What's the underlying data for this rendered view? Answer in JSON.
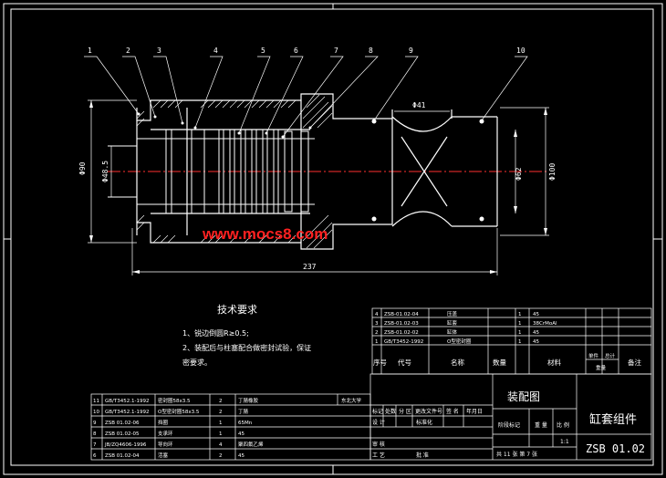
{
  "drawing": {
    "part_numbers": [
      "1",
      "2",
      "3",
      "4",
      "5",
      "6",
      "7",
      "8",
      "9",
      "10"
    ],
    "dims": {
      "overall_length": "237",
      "dia_left": "Φ90",
      "dia_bore": "Φ48.5",
      "dia_top": "Φ41",
      "dia_right_inner": "Φ62",
      "dia_right_outer": "Φ100"
    },
    "watermark": "www.mocs8.com"
  },
  "tech_requirements": {
    "title": "技术要求",
    "items": [
      "1、锐边倒圆R≥0.5;",
      "2、装配后与柱塞配合做密封试验，保证",
      "密要求。"
    ]
  },
  "bom_upper": {
    "rows": [
      {
        "idx": "4",
        "code": "ZSB-01.02-04",
        "name": "压盖",
        "qty": "1",
        "mat": "45"
      },
      {
        "idx": "3",
        "code": "ZSB-01.02-03",
        "name": "缸套",
        "qty": "1",
        "mat": "38CrMoAl"
      },
      {
        "idx": "2",
        "code": "ZSB-01.02-02",
        "name": "缸体",
        "qty": "1",
        "mat": "45"
      },
      {
        "idx": "1",
        "code": "GB/T3452-1992",
        "name": "O型密封圈",
        "qty": "1",
        "mat": "45"
      }
    ],
    "header": {
      "idx": "序号",
      "code": "代号",
      "name": "名称",
      "qty": "数量",
      "mat": "材料",
      "unit": "单件",
      "total": "总计",
      "weight": "重量",
      "note": "备注"
    }
  },
  "bom_lower": {
    "rows": [
      {
        "idx": "11",
        "code": "GB/T3452.1-1992",
        "name": "密封圈58x3.5",
        "qty": "2",
        "mat": "丁腈橡胶"
      },
      {
        "idx": "10",
        "code": "GB/T3452.1-1992",
        "name": "O型密封圈58x3.5",
        "qty": "2",
        "mat": "丁腈"
      },
      {
        "idx": "9",
        "code": "ZSB 01.02-06",
        "name": "挡圈",
        "qty": "1",
        "mat": "65Mn"
      },
      {
        "idx": "8",
        "code": "ZSB 01.02-05",
        "name": "支承环",
        "qty": "1",
        "mat": "45"
      },
      {
        "idx": "7",
        "code": "JB/ZQ4606-1996",
        "name": "导向环",
        "qty": "4",
        "mat": "聚四氟乙烯"
      },
      {
        "idx": "6",
        "code": "ZSB 01.02-04",
        "name": "活塞",
        "qty": "2",
        "mat": "45"
      }
    ],
    "extra": "东北大学"
  },
  "title_block": {
    "drawing_type": "装配图",
    "part_name": "缸套组件",
    "drawing_no": "ZSB 01.02",
    "scale": "1:1",
    "sheet_info": "共 11 张  第 7 张",
    "labels": {
      "mark": "标记",
      "count": "处数",
      "zone": "分 区",
      "change_doc": "更改文件号",
      "sign": "签 名",
      "date": "年月日",
      "design": "设 计",
      "standard": "标准化",
      "stage": "阶段标记",
      "weight": "重 量",
      "ratio": "比 例",
      "review": "审 核",
      "process": "工 艺",
      "approve": "批 准"
    }
  }
}
